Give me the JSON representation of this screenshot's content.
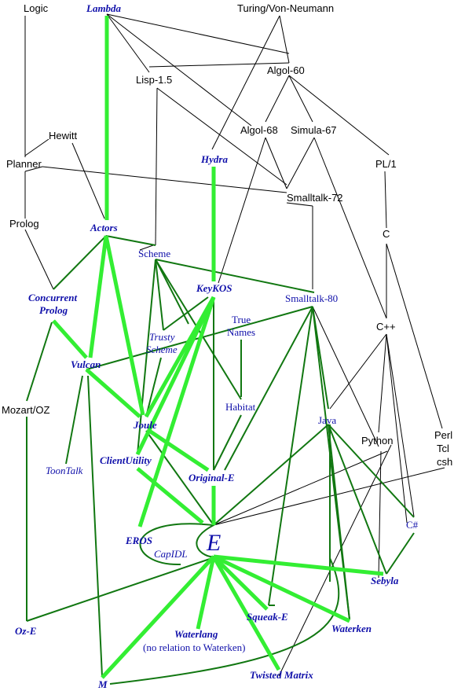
{
  "diagram": {
    "colors": {
      "thin": "#000000",
      "dark": "#117711",
      "bright": "#33ee33",
      "blue_text": "#1010aa",
      "black_text": "#000000"
    },
    "nodes": {
      "logic": {
        "label": "Logic"
      },
      "lambda": {
        "label": "Lambda"
      },
      "turing": {
        "label": "Turing/Von-Neumann"
      },
      "algol60": {
        "label": "Algol-60"
      },
      "lisp15": {
        "label": "Lisp-1.5"
      },
      "algol68": {
        "label": "Algol-68"
      },
      "simula67": {
        "label": "Simula-67"
      },
      "hewitt": {
        "label": "Hewitt"
      },
      "planner": {
        "label": "Planner"
      },
      "hydra": {
        "label": "Hydra"
      },
      "pl1": {
        "label": "PL/1"
      },
      "smalltalk72": {
        "label": "Smalltalk-72"
      },
      "prolog": {
        "label": "Prolog"
      },
      "actors": {
        "label": "Actors"
      },
      "c": {
        "label": "C"
      },
      "scheme": {
        "label": "Scheme"
      },
      "keykos": {
        "label": "KeyKOS"
      },
      "concurrent": {
        "label": "Concurrent"
      },
      "prolog2": {
        "label": "Prolog"
      },
      "smalltalk80": {
        "label": "Smalltalk-80"
      },
      "true1": {
        "label": "True"
      },
      "names": {
        "label": "Names"
      },
      "trusty": {
        "label": "Trusty"
      },
      "scheme2": {
        "label": "Scheme"
      },
      "cpp": {
        "label": "C++"
      },
      "vulcan": {
        "label": "Vulcan"
      },
      "mozart": {
        "label": "Mozart/OZ"
      },
      "habitat": {
        "label": "Habitat"
      },
      "joule": {
        "label": "Joule"
      },
      "java": {
        "label": "Java"
      },
      "python": {
        "label": "Python"
      },
      "perl": {
        "label": "Perl"
      },
      "tcl": {
        "label": "Tcl"
      },
      "csh": {
        "label": "csh"
      },
      "clientutility": {
        "label": "ClientUtility"
      },
      "toontalk": {
        "label": "ToonTalk"
      },
      "originale": {
        "label": "Original-E"
      },
      "csharp": {
        "label": "C#"
      },
      "e": {
        "label": "E"
      },
      "eros": {
        "label": "EROS"
      },
      "capidl": {
        "label": "CapIDL"
      },
      "sebyla": {
        "label": "Sebyla"
      },
      "squeake": {
        "label": "Squeak-E"
      },
      "oze": {
        "label": "Oz-E"
      },
      "waterlang": {
        "label": "Waterlang"
      },
      "waterlang_note": {
        "label": "(no relation to Waterken)"
      },
      "waterken": {
        "label": "Waterken"
      },
      "twisted": {
        "label": "Twisted Matrix"
      },
      "m": {
        "label": "M"
      }
    }
  }
}
